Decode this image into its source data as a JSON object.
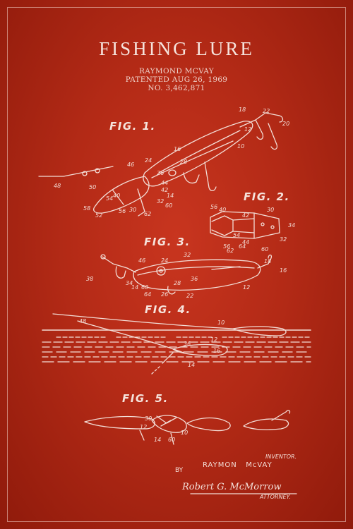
{
  "poster": {
    "title": "FISHING LURE",
    "inventor_line": "RAYMOND MCVAY",
    "patent_date": "PATENTED AUG 26, 1969",
    "patent_number": "NO. 3,462,871",
    "background_color": "#b32a16",
    "ink_color": "#f3ddd6"
  },
  "figures": [
    {
      "label": "FIG. 1."
    },
    {
      "label": "FIG. 2."
    },
    {
      "label": "FIG. 3."
    },
    {
      "label": "FIG. 4."
    },
    {
      "label": "FIG. 5."
    }
  ],
  "signatures": {
    "inventor_caption": "INVENTOR.",
    "inventor_name": "RAYMON   McVAY",
    "by_label": "BY",
    "attorney_signature": "Robert G. McMorrow",
    "attorney_caption": "ATTORNEY."
  }
}
